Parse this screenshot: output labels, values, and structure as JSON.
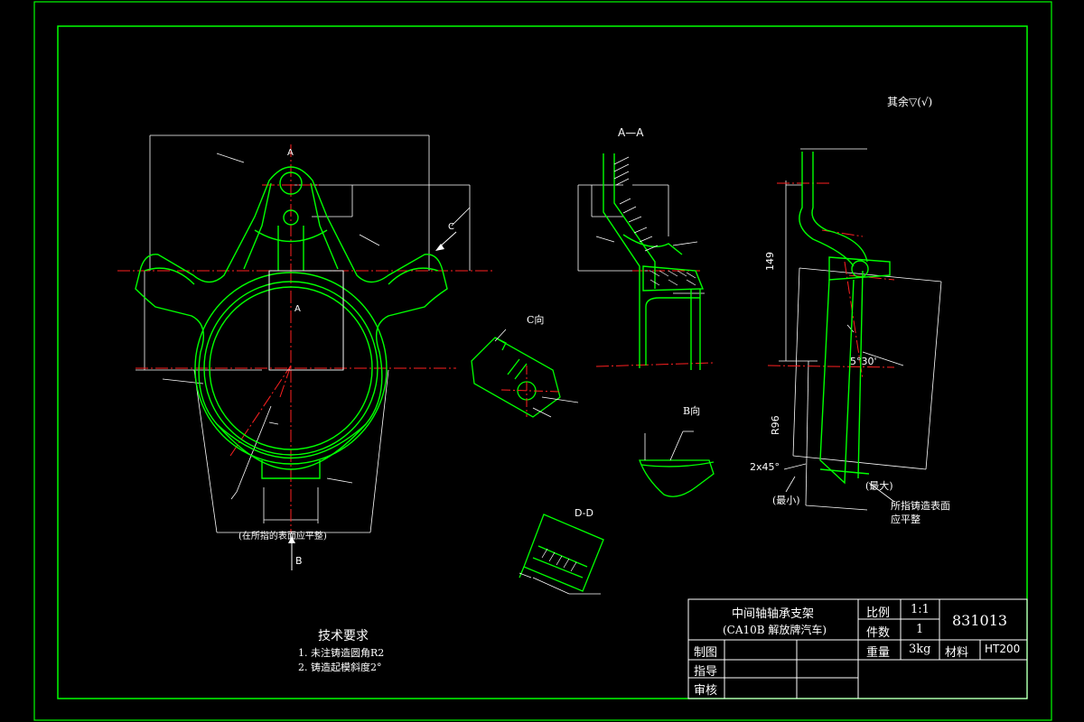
{
  "roughness_note": "其余▽(√)",
  "views": {
    "section_aa": "A—A",
    "view_c": "C向",
    "view_b": "B向",
    "section_dd": "D-D"
  },
  "main_view": {
    "cut_marker_top": "A",
    "cut_marker_mid": "A",
    "view_marker_b": "B",
    "view_marker_c": "C",
    "floor_note": "(在所指的表面应平整)"
  },
  "side_view": {
    "dim_149": "149",
    "dim_r96": "R96",
    "dim_angle": "5°30'",
    "dim_chamfer": "2x45°",
    "note_min": "(最小)",
    "note_max": "(最大)",
    "cast_note_line1": "所指铸造表面",
    "cast_note_line2": "应平整"
  },
  "tech_requirements": {
    "title": "技术要求",
    "items": [
      "1. 未注铸造圆角R2",
      "2. 铸造起模斜度2°"
    ]
  },
  "title_block": {
    "part_name": "中间轴轴承支架",
    "part_subtitle": "(CA10B 解放牌汽车)",
    "scale_label": "比例",
    "scale_value": "1:1",
    "qty_label": "件数",
    "qty_value": "1",
    "drawing_no": "831013",
    "weight_label": "重量",
    "weight_value": "3kg",
    "material_label": "材料",
    "material_value": "HT200",
    "drawn_label": "制图",
    "guide_label": "指导",
    "review_label": "审核"
  },
  "colors": {
    "background": "#000000",
    "frame": "#00ff00",
    "outline": "#00ff00",
    "dimension": "#ffffff",
    "centerline": "#ff2020",
    "text": "#ffffff"
  }
}
